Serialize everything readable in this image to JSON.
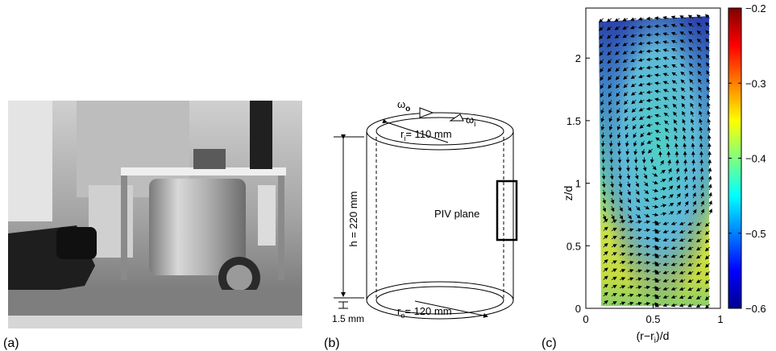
{
  "panels": {
    "a": {
      "label": "(a)"
    },
    "b": {
      "label": "(b)"
    },
    "c": {
      "label": "(c)"
    }
  },
  "schematic": {
    "omega_o": "ω",
    "omega_o_sub": "o",
    "omega_i": "ω",
    "omega_i_sub": "i",
    "r_i_prefix": "r",
    "r_i_sub": "i",
    "r_i_value": "= 110 mm",
    "r_o_prefix": "r",
    "r_o_sub": "o",
    "r_o_value": "= 120 mm",
    "height": "h = 220 mm",
    "gap": "1.5 mm",
    "piv": "PIV plane"
  },
  "chart_data": {
    "type": "heatmap",
    "xlabel_main": "(r−r",
    "xlabel_sub": "i",
    "xlabel_end": ")/d",
    "ylabel": "z/d",
    "xlim": [
      0,
      1
    ],
    "ylim": [
      0,
      2.4
    ],
    "x_ticks": [
      0,
      0.5,
      1
    ],
    "x_tick_labels": [
      "0",
      "0.5",
      "1"
    ],
    "y_ticks": [
      0,
      0.5,
      1,
      1.5,
      2
    ],
    "y_tick_labels": [
      "0",
      "0.5",
      "1",
      "1.5",
      "2"
    ],
    "colorbar": {
      "range": [
        -0.6,
        -0.2
      ],
      "ticks": [
        -0.2,
        -0.3,
        -0.4,
        -0.5,
        -0.6
      ],
      "tick_labels": [
        "−0.2",
        "−0.3",
        "−0.4",
        "−0.5",
        "−0.6"
      ],
      "colormap": "jet"
    },
    "field_region": {
      "x": [
        0.1,
        0.95
      ],
      "z": [
        0.0,
        2.35
      ]
    }
  }
}
